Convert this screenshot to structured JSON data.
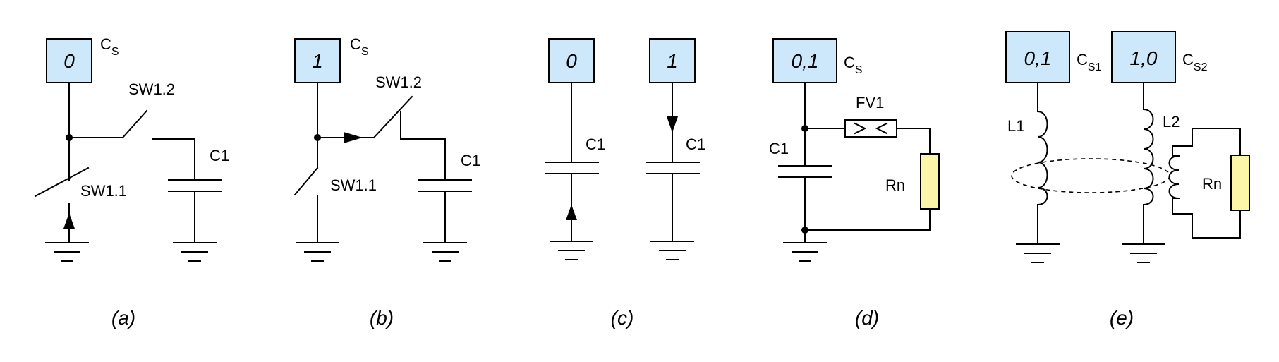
{
  "panels": {
    "a": {
      "caption": "(a)",
      "state": "0",
      "cs_main": "C",
      "cs_sub": "S",
      "sw_top": "SW1.2",
      "sw_bottom": "SW1.1",
      "cap": "C1"
    },
    "b": {
      "caption": "(b)",
      "state": "1",
      "cs_main": "C",
      "cs_sub": "S",
      "sw_top": "SW1.2",
      "sw_bottom": "SW1.1",
      "cap": "C1"
    },
    "c": {
      "caption": "(c)",
      "state_left": "0",
      "state_right": "1",
      "cap_left": "C1",
      "cap_right": "C1"
    },
    "d": {
      "caption": "(d)",
      "state": "0,1",
      "cs_main": "C",
      "cs_sub": "S",
      "fuse": "FV1",
      "cap": "C1",
      "resistor": "Rn"
    },
    "e": {
      "caption": "(e)",
      "state_left": "0,1",
      "cs1_main": "C",
      "cs1_sub": "S1",
      "state_right": "1,0",
      "cs2_main": "C",
      "cs2_sub": "S2",
      "ind_left": "L1",
      "ind_right": "L2",
      "resistor": "Rn"
    }
  },
  "colors": {
    "state_box": "#cde8fb",
    "resistor": "#fbf6a8",
    "wire": "#000000"
  }
}
